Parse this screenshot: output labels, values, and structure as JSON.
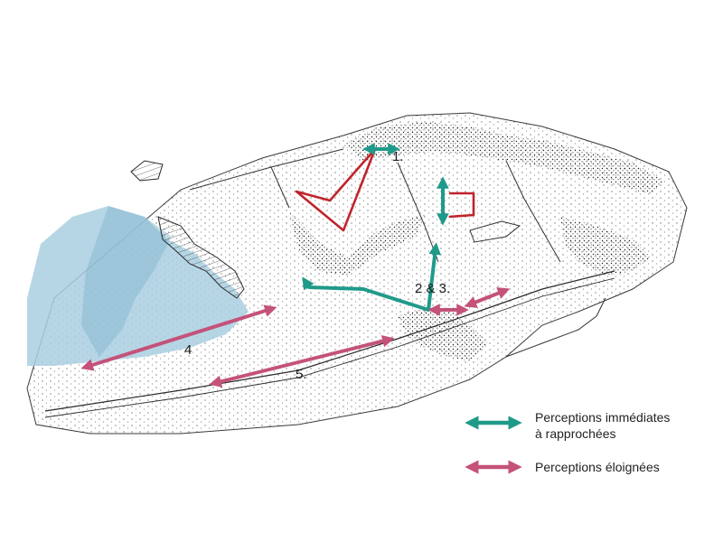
{
  "labels": {
    "view_1": "1.",
    "view_2_3": "2 & 3.",
    "view_4": "4",
    "view_5": "5."
  },
  "legend": {
    "immediate_line1": "Perceptions immédiates",
    "immediate_line2": "à rapprochées",
    "distant": "Perceptions éloignées"
  },
  "colors": {
    "immediate": "#1f9a8a",
    "distant": "#c4527a",
    "site_outline": "#c0242c",
    "water": "#a9cfe0",
    "ink": "#2a2a2a"
  }
}
